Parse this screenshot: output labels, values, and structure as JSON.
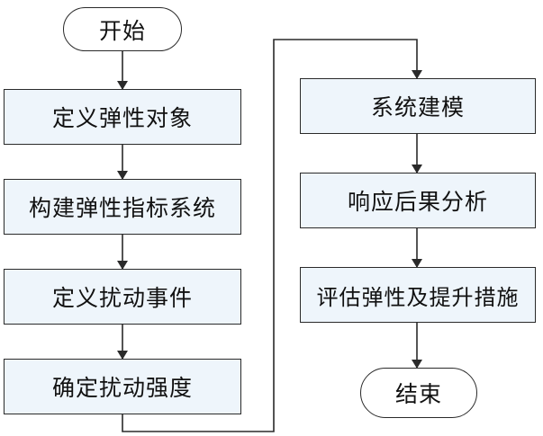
{
  "flowchart": {
    "start": "开始",
    "left_steps": [
      "定义弹性对象",
      "构建弹性指标系统",
      "定义扰动事件",
      "确定扰动强度"
    ],
    "right_steps": [
      "系统建模",
      "响应后果分析",
      "评估弹性及提升措施"
    ],
    "end": "结束"
  },
  "colors": {
    "box_fill": "#eef5fb",
    "stroke": "#2a2a2a",
    "text": "#111111"
  }
}
